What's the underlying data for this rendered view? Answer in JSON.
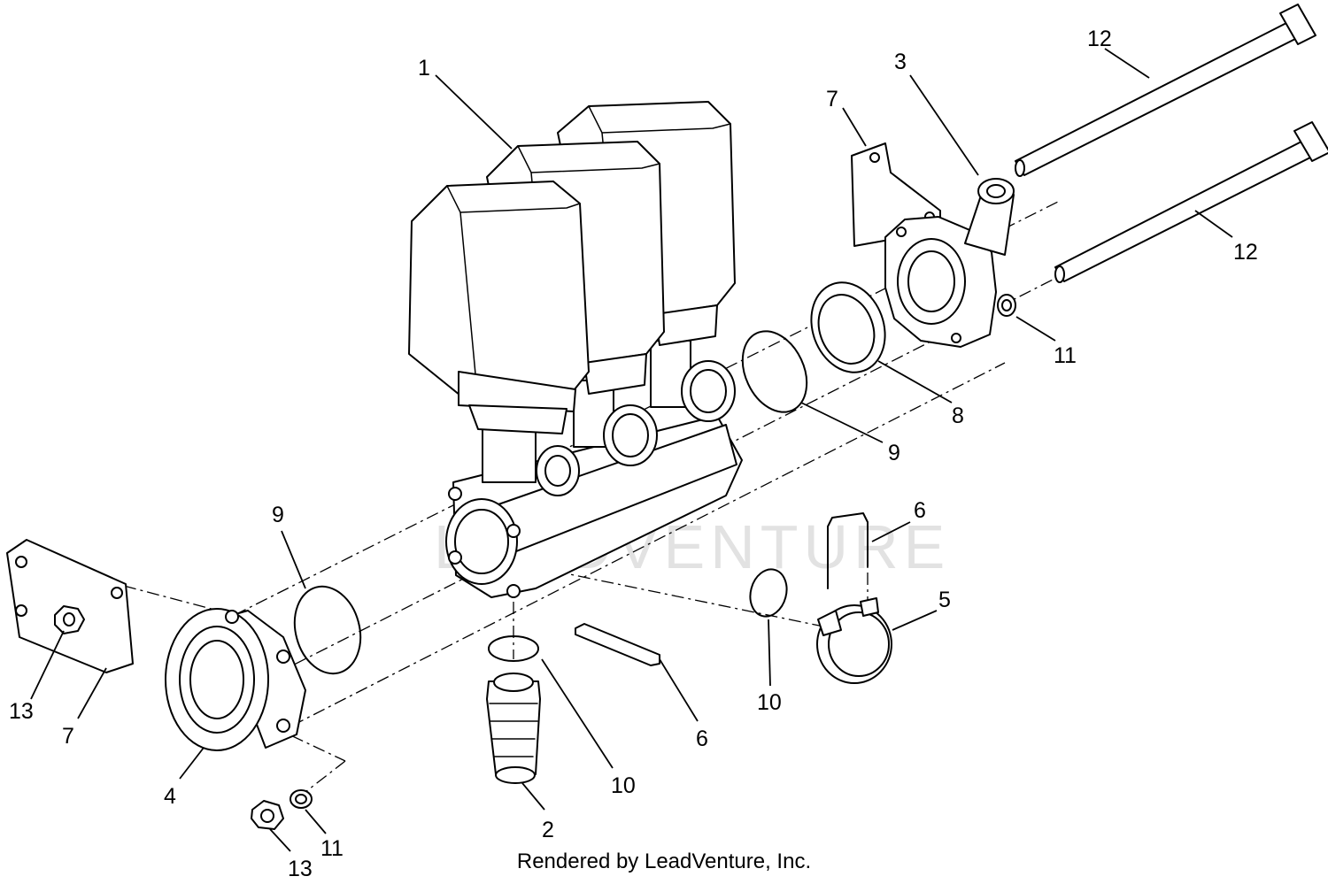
{
  "watermark": "LEADVENTURE",
  "credit": "Rendered by LeadVenture, Inc.",
  "callouts": [
    {
      "id": "c1",
      "label": "1"
    },
    {
      "id": "c2",
      "label": "2"
    },
    {
      "id": "c3",
      "label": "3"
    },
    {
      "id": "c4",
      "label": "4"
    },
    {
      "id": "c5",
      "label": "5"
    },
    {
      "id": "c6a",
      "label": "6"
    },
    {
      "id": "c6b",
      "label": "6"
    },
    {
      "id": "c7a",
      "label": "7"
    },
    {
      "id": "c7b",
      "label": "7"
    },
    {
      "id": "c8",
      "label": "8"
    },
    {
      "id": "c9a",
      "label": "9"
    },
    {
      "id": "c9b",
      "label": "9"
    },
    {
      "id": "c10a",
      "label": "10"
    },
    {
      "id": "c10b",
      "label": "10"
    },
    {
      "id": "c11a",
      "label": "11"
    },
    {
      "id": "c11b",
      "label": "11"
    },
    {
      "id": "c12a",
      "label": "12"
    },
    {
      "id": "c12b",
      "label": "12"
    },
    {
      "id": "c13a",
      "label": "13"
    },
    {
      "id": "c13b",
      "label": "13"
    }
  ]
}
